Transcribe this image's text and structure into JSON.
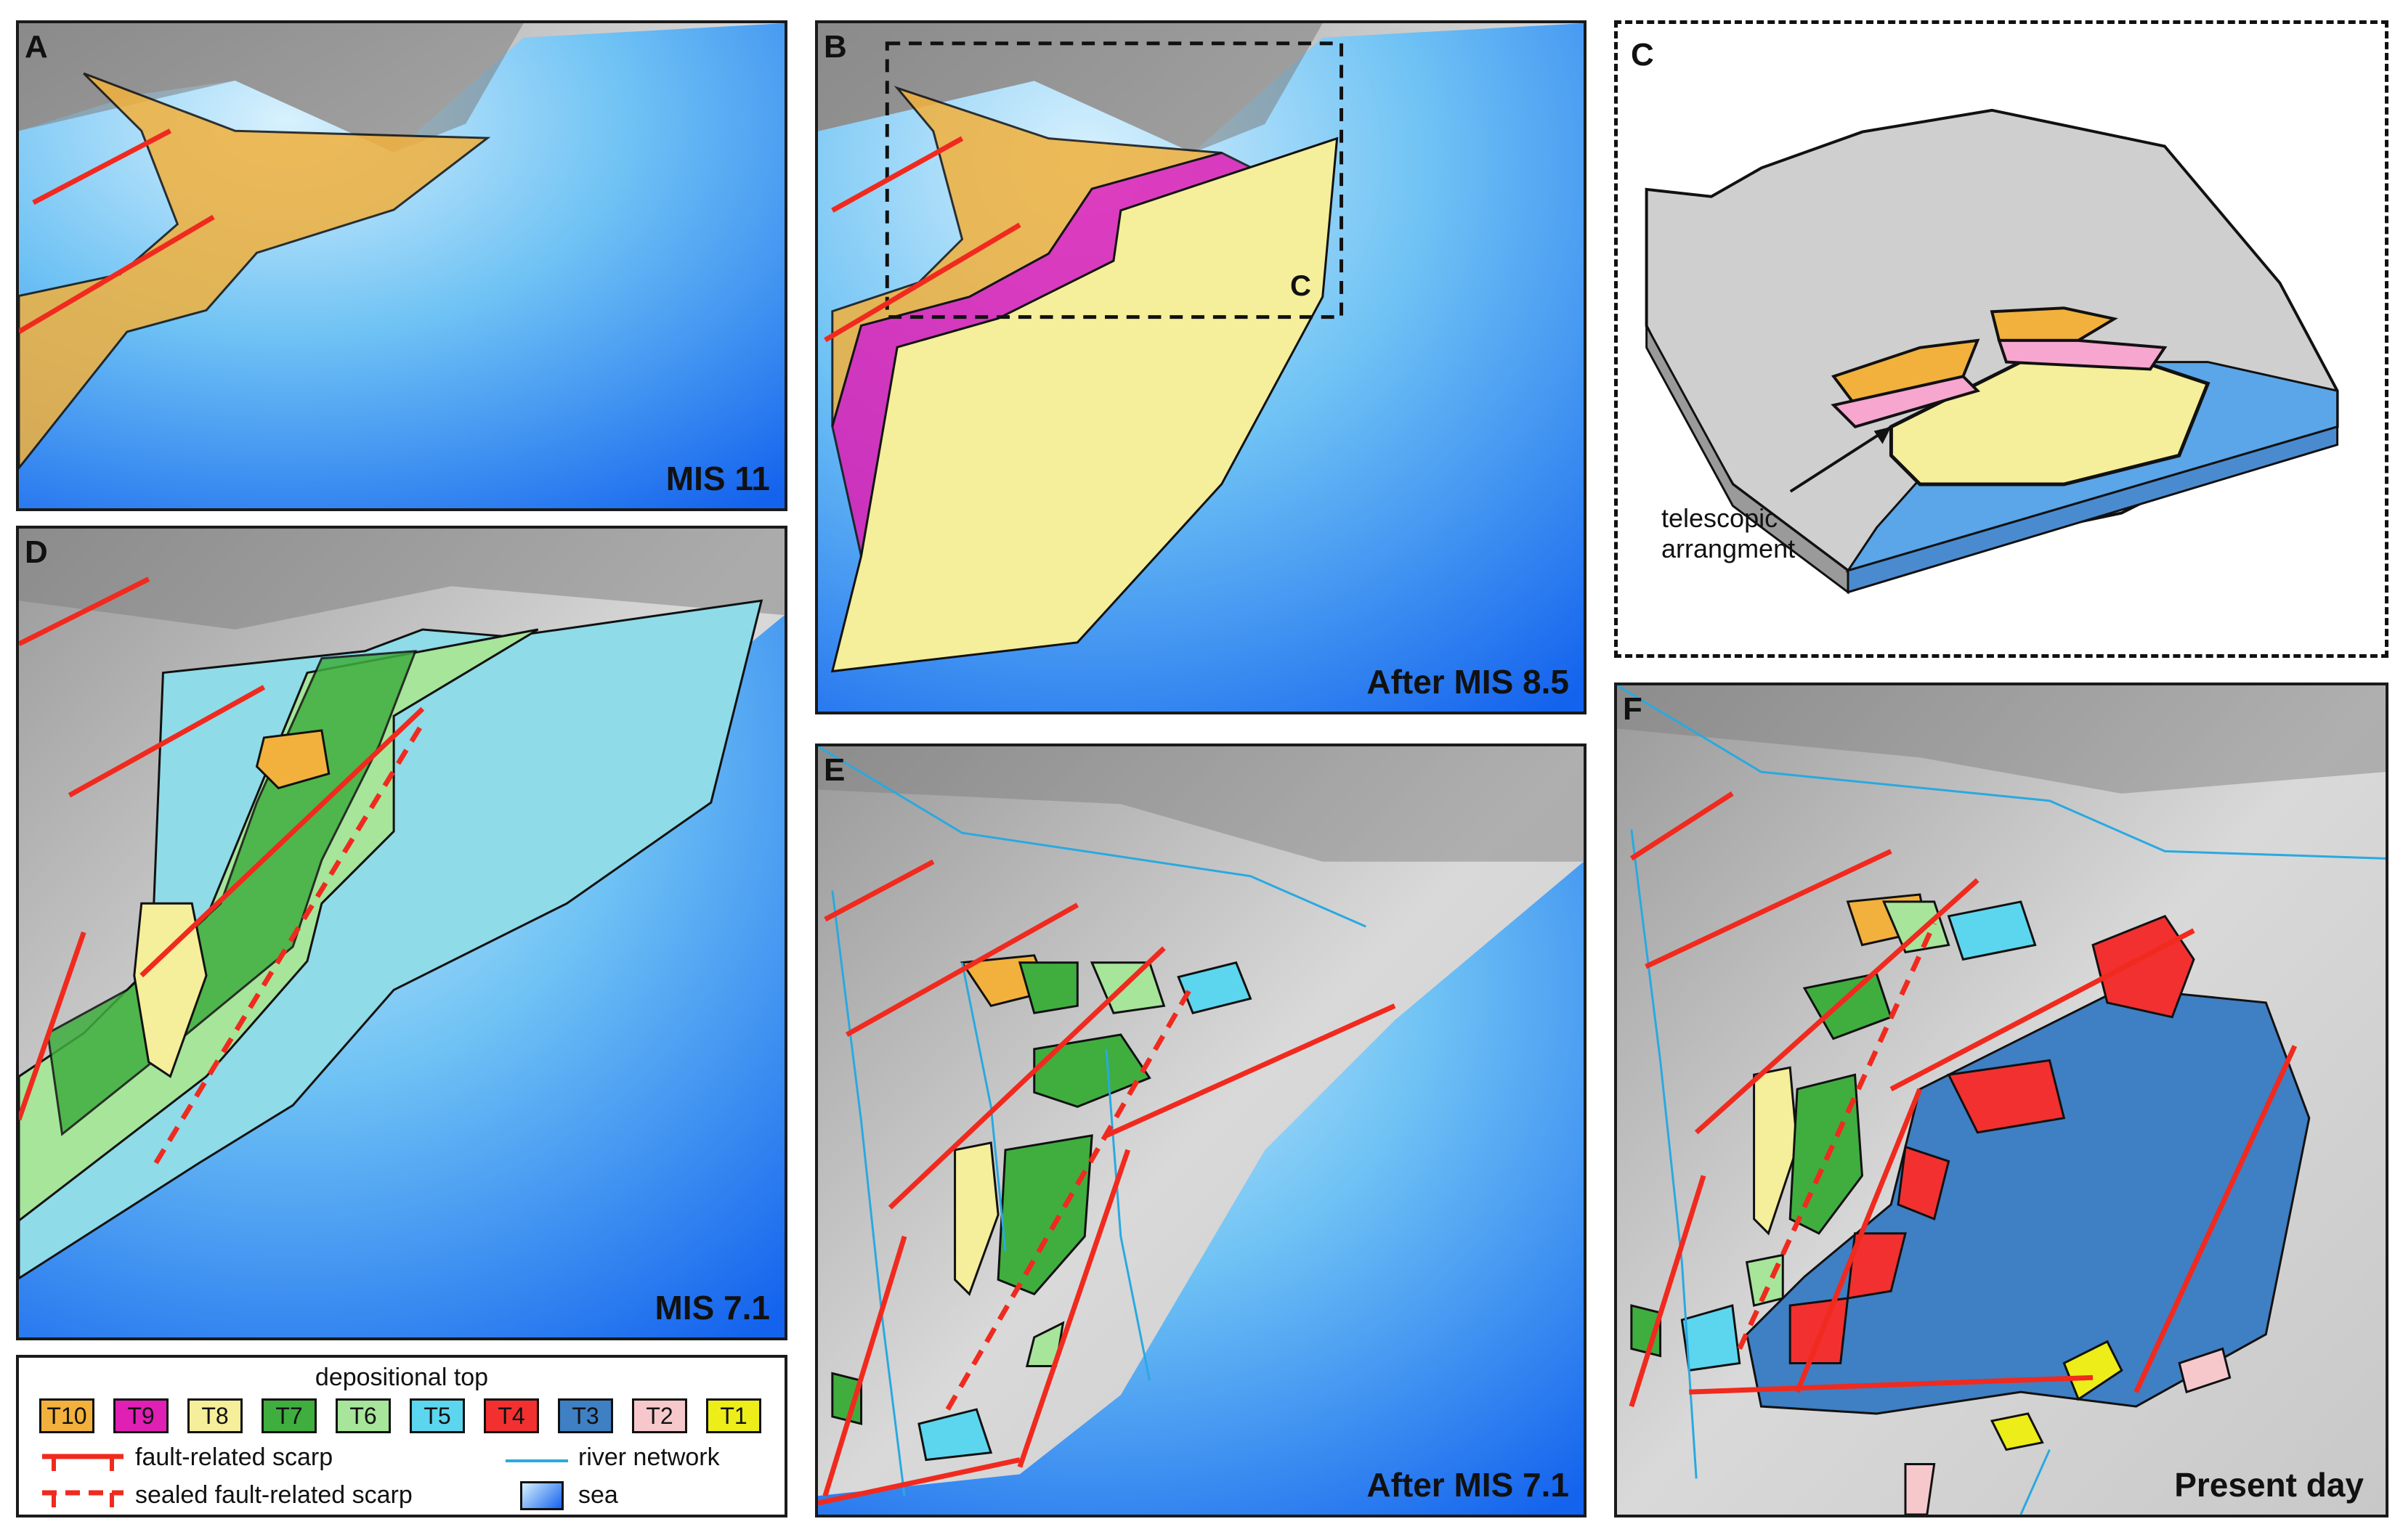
{
  "panels": {
    "A": {
      "letter": "A",
      "caption": "MIS 11"
    },
    "B": {
      "letter": "B",
      "caption": "After MIS 8.5",
      "box_label": "C"
    },
    "C": {
      "letter": "C",
      "annotation_line1": "telescopic",
      "annotation_line2": "arrangment"
    },
    "D": {
      "letter": "D",
      "caption": "MIS 7.1"
    },
    "E": {
      "letter": "E",
      "caption": "After MIS 7.1"
    },
    "F": {
      "letter": "F",
      "caption": "Present day"
    }
  },
  "legend": {
    "title": "depositional top",
    "units": [
      {
        "label": "T10",
        "color": "#f2b13c"
      },
      {
        "label": "T9",
        "color": "#e01fb5"
      },
      {
        "label": "T8",
        "color": "#f5ee9a"
      },
      {
        "label": "T7",
        "color": "#3fae3f"
      },
      {
        "label": "T6",
        "color": "#a6e59a"
      },
      {
        "label": "T5",
        "color": "#5cd6ee"
      },
      {
        "label": "T4",
        "color": "#f23030"
      },
      {
        "label": "T3",
        "color": "#3f7fc4"
      },
      {
        "label": "T2",
        "color": "#f6c8cc"
      },
      {
        "label": "T1",
        "color": "#eded1a"
      }
    ],
    "fault_label": "fault-related scarp",
    "sealed_fault_label": "sealed fault-related scarp",
    "river_label": "river network",
    "sea_label": "sea"
  },
  "colors": {
    "fault": "#f02a1e",
    "river": "#29a9e0",
    "sea_light": "#bfe6fb",
    "sea_dark": "#1a6ff0",
    "relief": "#cfcfcf"
  }
}
